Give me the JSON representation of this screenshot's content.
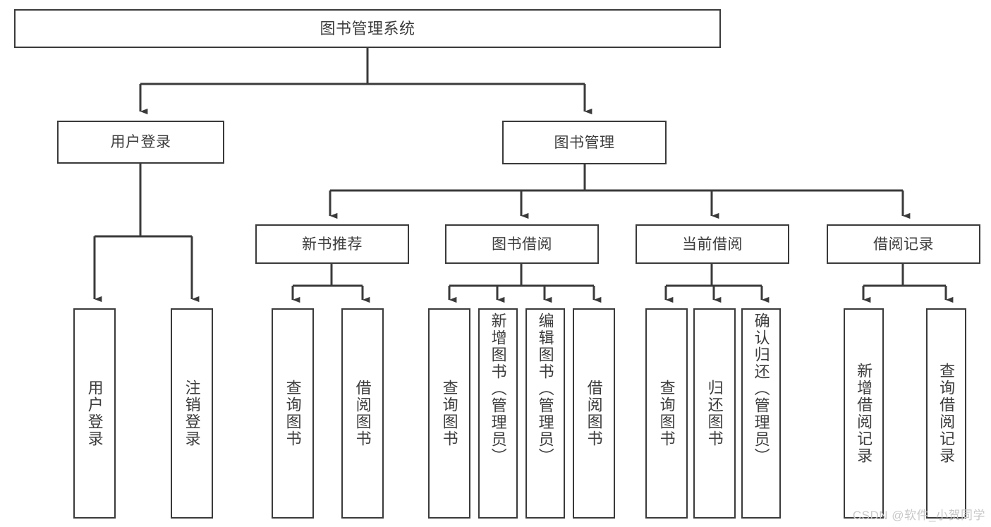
{
  "diagram": {
    "title": "图书管理系统",
    "type": "tree-hierarchy-diagram",
    "colors": {
      "box_border": "#3a3a3a",
      "box_fill": "#ffffff",
      "text": "#3d3d3d",
      "connector": "#3a3a3a",
      "watermark": "#c8c8c8"
    },
    "root": {
      "label": "图书管理系统"
    },
    "level2": [
      {
        "label": "用户登录"
      },
      {
        "label": "图书管理"
      }
    ],
    "level3": [
      {
        "label": "新书推荐"
      },
      {
        "label": "图书借阅"
      },
      {
        "label": "当前借阅"
      },
      {
        "label": "借阅记录"
      }
    ],
    "leaves": {
      "user_login": [
        {
          "label": "用户登录"
        },
        {
          "label": "注销登录"
        }
      ],
      "new_book_recommend": [
        {
          "label": "查询图书"
        },
        {
          "label": "借阅图书"
        }
      ],
      "book_borrow": [
        {
          "label": "查询图书"
        },
        {
          "label": "新增图书（管理员）"
        },
        {
          "label": "编辑图书（管理员）"
        },
        {
          "label": "借阅图书"
        }
      ],
      "current_borrow": [
        {
          "label": "查询图书"
        },
        {
          "label": "归还图书"
        },
        {
          "label": "确认归还（管理员）"
        }
      ],
      "borrow_record": [
        {
          "label": "新增借阅记录"
        },
        {
          "label": "查询借阅记录"
        }
      ]
    },
    "watermark": "CSDN @软件_小贺同学"
  }
}
